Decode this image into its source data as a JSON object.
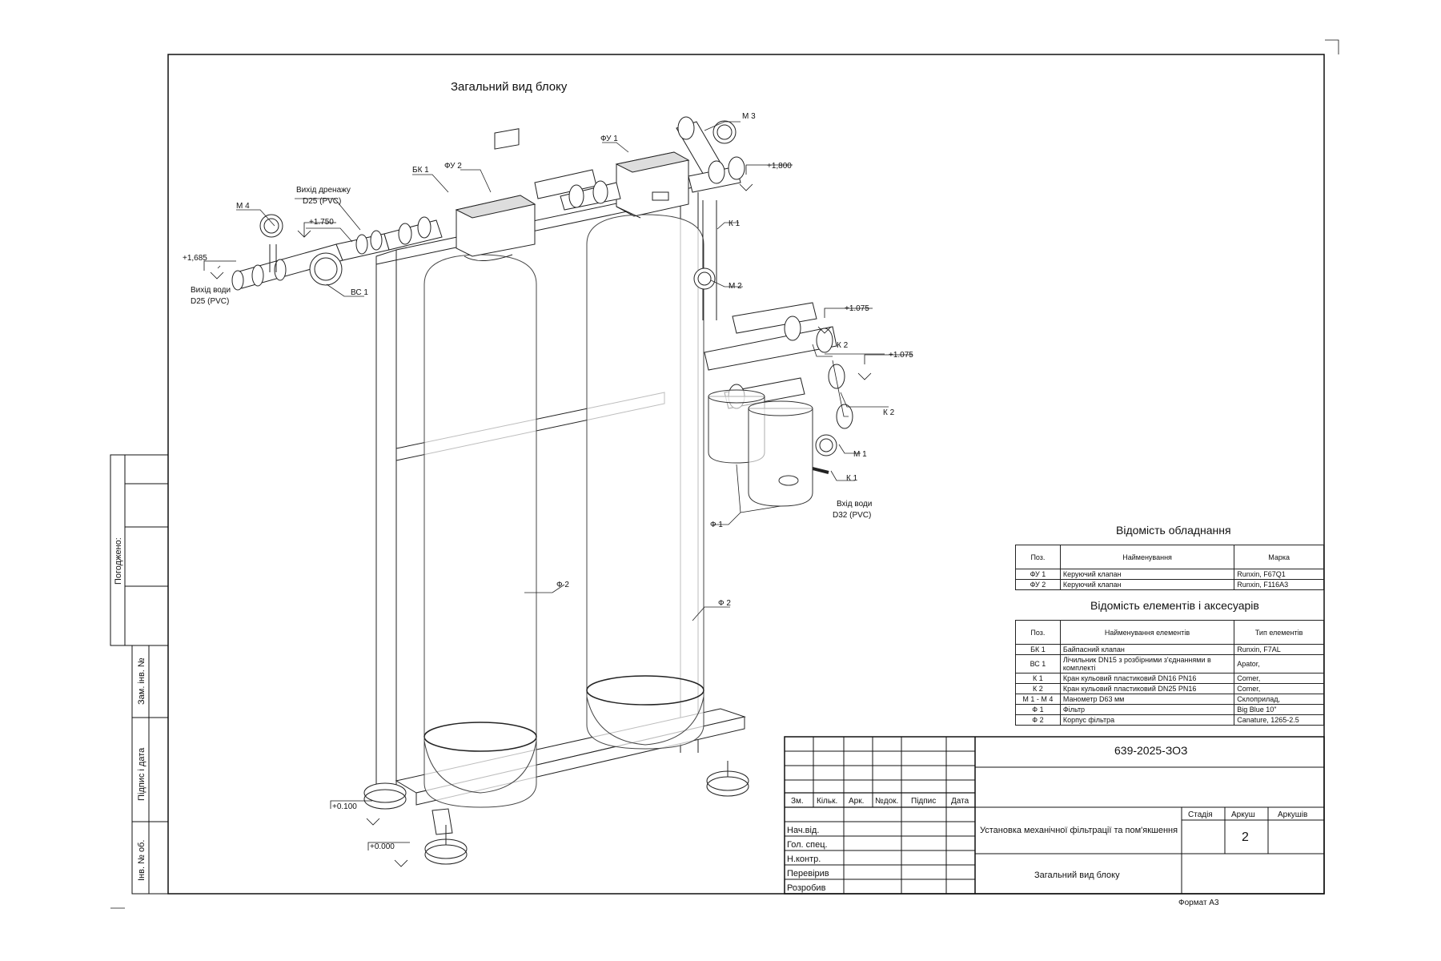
{
  "drawing": {
    "title": "Загальний вид блоку",
    "labels": {
      "m3": "М 3",
      "fu1": "ФУ 1",
      "bk1": "БК 1",
      "fu2": "ФУ 2",
      "drain_out": "Вихід дренажу",
      "drain_d": "D25 (PVC)",
      "m4": "М 4",
      "lvl_1750": "+1.750",
      "lvl_1685": "+1,685",
      "water_out": "Вихід води",
      "water_out_d": "D25 (PVC)",
      "bc1": "ВС 1",
      "lvl_1800": "+1,800",
      "k1_top": "К 1",
      "m2": "М 2",
      "lvl_1075a": "+1.075",
      "k2_a": "К 2",
      "lvl_1075b": "+1.075",
      "k2_b": "К 2",
      "m1": "М 1",
      "k1_bottom": "К 1",
      "water_in": "Вхід води",
      "water_in_d": "D32 (PVC)",
      "f1": "Ф 1",
      "f2_left": "Ф 2",
      "f2_right": "Ф 2",
      "lvl_0100": "+0.100",
      "lvl_0000": "+0.000"
    }
  },
  "side_stamp": {
    "agreed": "Погоджено:",
    "inv_change": "Зам. інв. №",
    "sign_date": "Підпис і дата",
    "inv_orig": "Інв. № об."
  },
  "equipment": {
    "title": "Відомість обладнання",
    "headers": [
      "Поз.",
      "Найменування",
      "Марка"
    ],
    "rows": [
      [
        "ФУ 1",
        "Керуючий клапан",
        "Runxin, F67Q1"
      ],
      [
        "ФУ 2",
        "Керуючий клапан",
        "Runxin, F116A3"
      ]
    ]
  },
  "elements": {
    "title": "Відомість елементів і аксесуарів",
    "headers": [
      "Поз.",
      "Найменування елементів",
      "Тип елементів"
    ],
    "rows": [
      [
        "БК 1",
        "Байпасний клапан",
        "Runxin, F7AL"
      ],
      [
        "ВС 1",
        "Лічильник DN15 з розбірними з'єднаннями в комплекті",
        "Apator,"
      ],
      [
        "К 1",
        "Кран кульовий пластиковий DN16 PN16",
        "Comer,"
      ],
      [
        "К 2",
        "Кран кульовий пластиковий DN25 PN16",
        "Comer,"
      ],
      [
        "М 1 - М 4",
        "Манометр D63 мм",
        "Склоприлад,"
      ],
      [
        "Ф 1",
        "Фільтр",
        "Big Blue 10\""
      ],
      [
        "Ф 2",
        "Корпус фільтра",
        "Canature, 1265-2.5"
      ]
    ]
  },
  "title_block": {
    "code": "639-2025-ЗОЗ",
    "col_headers": [
      "Зм.",
      "Кільк.",
      "Арк.",
      "№док.",
      "Підпис",
      "Дата"
    ],
    "roles": [
      "Нач.від.",
      "Гол. спец.",
      "Н.контр.",
      "Перевірив",
      "Розробив"
    ],
    "project": "Установка механічної фільтрації та пом'якшення",
    "sheet_name": "Загальний вид блоку",
    "stage_label": "Стадія",
    "sheet_label": "Аркуш",
    "sheets_label": "Аркушів",
    "sheet_value": "2",
    "format": "Формат А3"
  }
}
